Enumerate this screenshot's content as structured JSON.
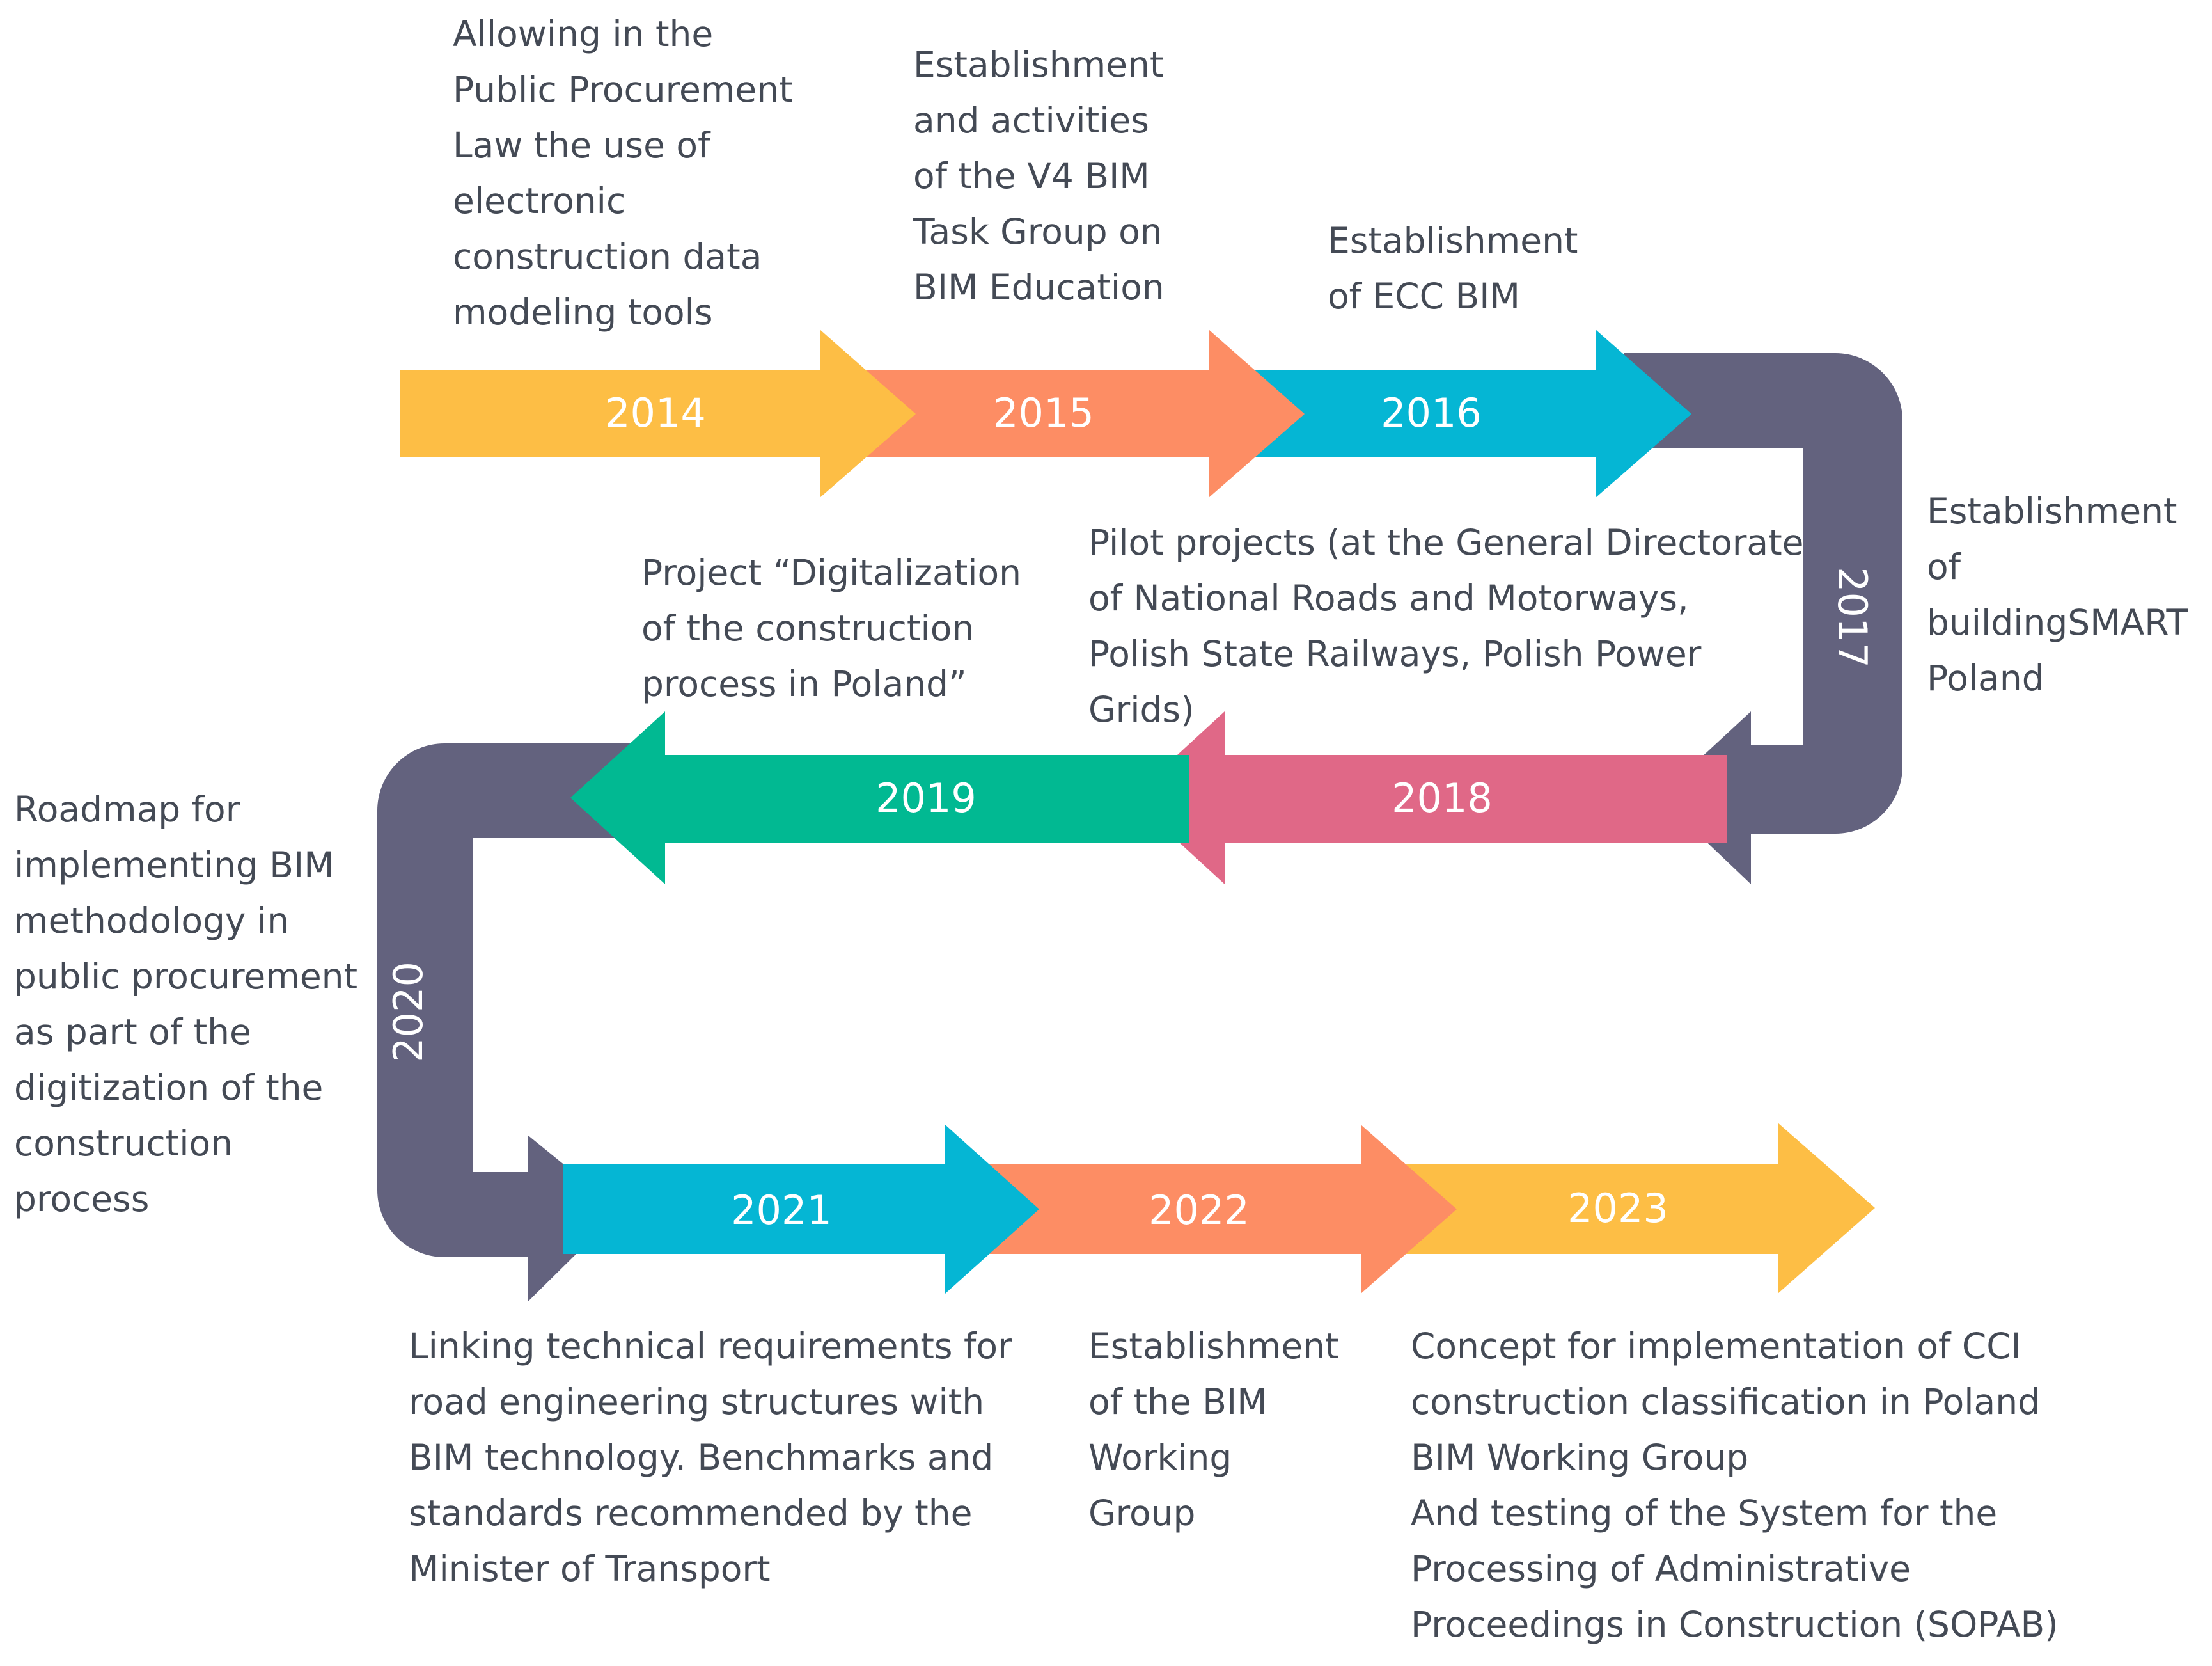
{
  "timeline": {
    "y2014": {
      "year": "2014",
      "description": "Allowing in the\nPublic Procurement\nLaw the use of\nelectronic\nconstruction data\nmodeling tools"
    },
    "y2015": {
      "year": "2015",
      "description": "Establishment\nand activities\nof the V4 BIM\nTask Group on\nBIM Education"
    },
    "y2016": {
      "year": "2016",
      "description": "Establishment\nof ECC BIM"
    },
    "y2017": {
      "year": "2017",
      "description": "Establishment\nof\nbuildingSMART\nPoland"
    },
    "y2018": {
      "year": "2018",
      "description": "Pilot projects (at the General Directorate\nof National Roads and Motorways,\nPolish State Railways, Polish Power\nGrids)"
    },
    "y2019": {
      "year": "2019",
      "description": "Project “Digitalization\nof the construction\nprocess in Poland”"
    },
    "y2020": {
      "year": "2020",
      "description": "Roadmap for\nimplementing BIM\nmethodology in\npublic procurement\nas part of the\ndigitization of the\nconstruction\nprocess"
    },
    "y2021": {
      "year": "2021",
      "description": "Linking technical requirements for\nroad engineering structures with\nBIM technology. Benchmarks and\nstandards recommended by the\nMinister of Transport"
    },
    "y2022": {
      "year": "2022",
      "description": "Establishment\nof the BIM\nWorking\nGroup"
    },
    "y2023": {
      "year": "2023",
      "description": "Concept for implementation of CCI\nconstruction classification in Poland\nBIM Working Group\nAnd testing of the System for the\nProcessing of Administrative\nProceedings in Construction (SOPAB)"
    }
  },
  "colors": {
    "yellow": "#fdbe45",
    "orange": "#fd8d64",
    "cyan": "#05b6d4",
    "slate": "#63627e",
    "pink": "#e06887",
    "green": "#01b992",
    "label_text": "#444a55",
    "year_text": "#ffffff"
  }
}
